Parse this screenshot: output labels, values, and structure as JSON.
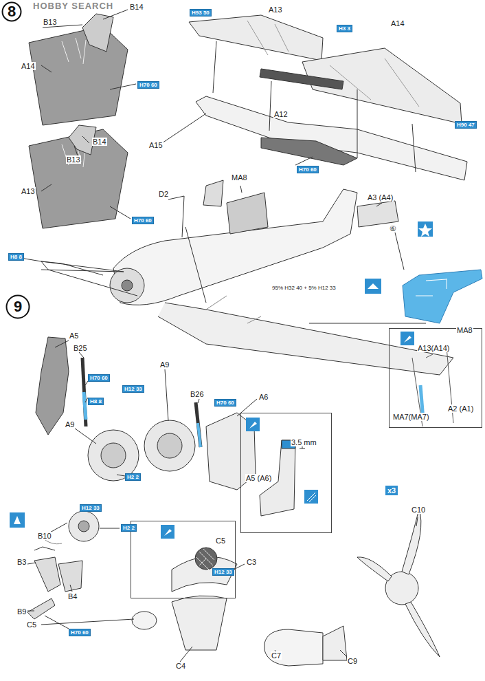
{
  "diagram": {
    "nodes": [
      {
        "text": [
          "8"
        ]
      },
      {
        "text": [
          "9"
        ]
      },
      {
        "text": [
          "A13(A14)",
          "MA7(MA7)",
          "A2 (A1)"
        ]
      },
      {
        "text": [
          "3.5 mm",
          "A5 (A6)"
        ]
      },
      {
        "text": [
          "C5",
          "H12 33"
        ]
      }
    ],
    "labels": [
      "HOBBY SEARCH",
      "B13",
      "B14",
      "A14",
      "H70 60",
      "B14",
      "B13",
      "A13",
      "H70 60",
      "H93 50",
      "A13",
      "H3 3",
      "A14",
      "A12",
      "A15",
      "H70 60",
      "H90 47",
      "D2",
      "MA8",
      "A3 (A4)",
      "⑥",
      "95% H32 40 + 5% H12 33",
      "MA8",
      "H8 8",
      "A5",
      "B25",
      "H70 60",
      "H8 8",
      "H12 33",
      "A9",
      "B26",
      "H70 60",
      "A6",
      "A9",
      "H2 2",
      "H12 33",
      "B10",
      "H2 2",
      "B3",
      "B4",
      "B9",
      "H70 60",
      "C5",
      "C3",
      "C4",
      "C7",
      "C9",
      "C10",
      "x3"
    ]
  }
}
